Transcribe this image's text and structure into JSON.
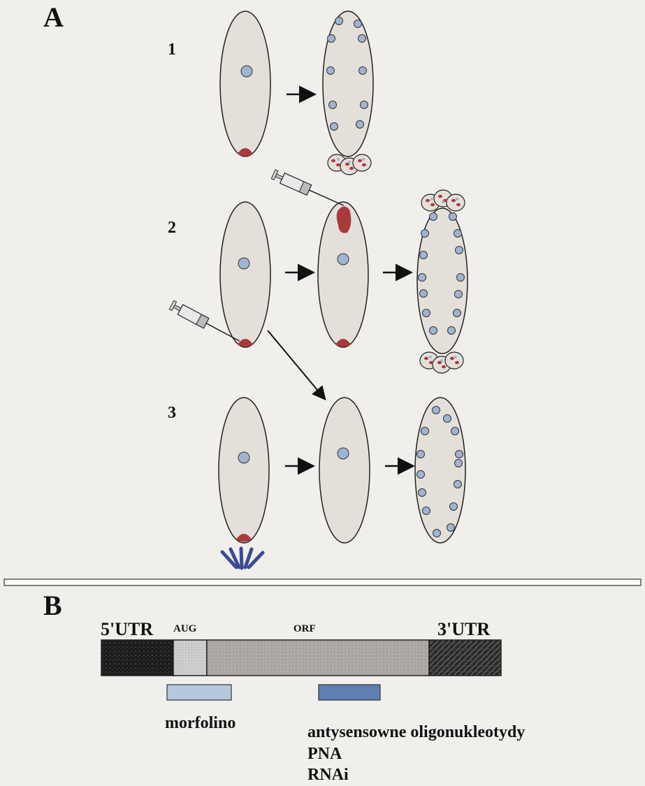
{
  "panel_a": {
    "label": "A",
    "rows": [
      "1",
      "2",
      "3"
    ]
  },
  "panel_b": {
    "label": "B",
    "segments": {
      "utr5": "5'UTR",
      "aug": "AUG",
      "orf": "ORF",
      "utr3": "3'UTR"
    },
    "legend": {
      "morfolino": "morfolino",
      "antisense": "antysensowne oligonukleotydy",
      "pna": "PNA",
      "rnai": "RNAi"
    }
  },
  "colors": {
    "background": "#f1efec",
    "cell_fill": "#e4dfd9",
    "nucleus": "#9fb4d0",
    "germ_plasm": "#a83a3c",
    "morfolino_bar": "#b4c8de",
    "antisense_bar": "#5f7fb4",
    "utr5": "#1e1e1e",
    "aug": "#c8c8c8",
    "orf": "#aaa7a2",
    "utr3": "#3a3a3a",
    "uv_rays": "#3a4a94"
  }
}
